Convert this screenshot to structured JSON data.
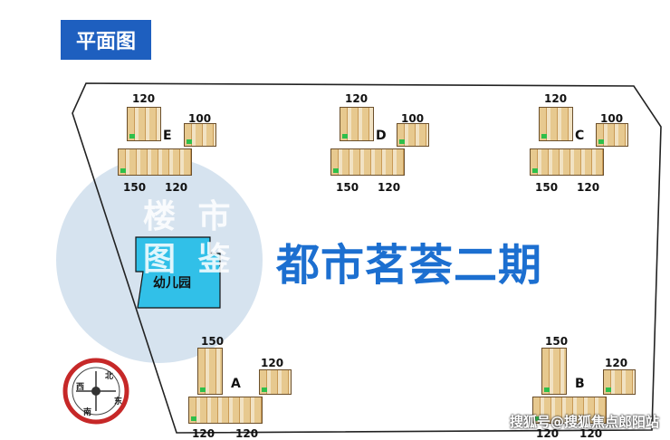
{
  "badge": "平面图",
  "project_title": "都市茗荟二期",
  "kindergarten": "幼儿园",
  "watermark": [
    "楼 市",
    "图 鉴"
  ],
  "footer": "搜狐号@搜狐焦点郎阳站",
  "compass": {
    "north": "北",
    "south": "南",
    "east": "东",
    "west": "西"
  },
  "buildings": [
    {
      "id": "E",
      "areas": [
        "120",
        "100",
        "150",
        "120"
      ]
    },
    {
      "id": "D",
      "areas": [
        "120",
        "100",
        "150",
        "120"
      ]
    },
    {
      "id": "C",
      "areas": [
        "120",
        "100",
        "150",
        "120"
      ]
    },
    {
      "id": "A",
      "areas": [
        "150",
        "120",
        "120",
        "120"
      ]
    },
    {
      "id": "B",
      "areas": [
        "150",
        "120",
        "120",
        "120"
      ]
    }
  ]
}
